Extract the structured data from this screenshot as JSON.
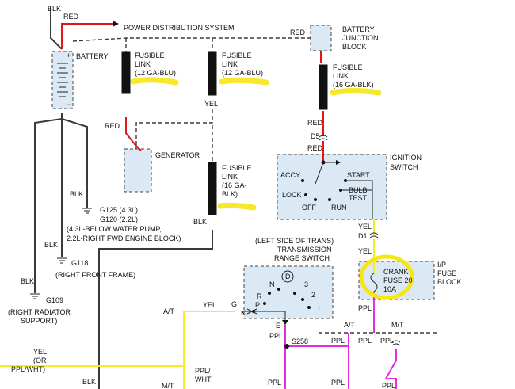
{
  "labels": {
    "blk_top": "BLK",
    "red_top": "RED",
    "power_distribution": "POWER DISTRIBUTION SYSTEM",
    "battery": "BATTERY",
    "red_bjb": "RED",
    "bjb_line1": "BATTERY",
    "bjb_line2": "JUNCTION",
    "bjb_line3": "BLOCK",
    "fl1_line1": "FUSIBLE",
    "fl1_line2": "LINK",
    "fl1_line3": "(12 GA-BLU)",
    "fl2_line1": "FUSIBLE",
    "fl2_line2": "LINK",
    "fl2_line3": "(12 GA-BLU)",
    "fl3_line1": "FUSIBLE",
    "fl3_line2": "LINK",
    "fl3_line3": "(16 GA-BLK)",
    "fl4_line1": "FUSIBLE",
    "fl4_line2": "LINK",
    "fl4_line3": "(16 GA-",
    "fl4_line4": "BLK)",
    "yel_fl2": "YEL",
    "red_gen": "RED",
    "generator": "GENERATOR",
    "red_d5a": "RED",
    "d5": "D5",
    "red_d5b": "RED",
    "ign_line1": "IGNITION",
    "ign_line2": "SWITCH",
    "accy": "ACCY",
    "start": "START",
    "lock": "LOCK",
    "bulb": "BULB",
    "test": "TEST",
    "off": "OFF",
    "run": "RUN",
    "blk_g125": "BLK",
    "g125": "G125 (4.3L)",
    "g120": "G120 (2.2L)",
    "g_note1": "(4.3L-BELOW WATER PUMP,",
    "g_note2": "2.2L-RIGHT FWD ENGINE BLOCK)",
    "blk_fl4": "BLK",
    "blk_g118": "BLK",
    "g118": "G118",
    "g118_note": "(RIGHT FRONT FRAME)",
    "trans_line1": "(LEFT SIDE OF TRANS)",
    "trans_line2": "TRANSMISSION",
    "trans_line3": "RANGE SWITCH",
    "gear_d": "D",
    "gear_n": "N",
    "gear_r": "R",
    "gear_p": "P",
    "gear_3": "3",
    "gear_2": "2",
    "gear_1": "1",
    "pin_g": "G",
    "pin_k": "K",
    "pin_e": "E",
    "yel_d1": "YEL",
    "d1": "D1",
    "yel_fuse": "YEL",
    "ip_line1": "I/P",
    "ip_line2": "FUSE",
    "ip_line3": "BLOCK",
    "crank": "CRANK",
    "fuse20": "FUSE 20",
    "amp10": "10A",
    "blk_g109": "BLK",
    "g109": "G109",
    "g109_note1": "(RIGHT RADIATOR",
    "g109_note2": "SUPPORT)",
    "at_left": "A/T",
    "yel_at": "YEL",
    "ppl_trans": "PPL",
    "s258": "S258",
    "ppl_s258": "PPL",
    "ppl_fuse": "PPL",
    "at_right": "A/T",
    "mt_right": "M/T",
    "ppl_at": "PPL",
    "ppl_mt": "PPL",
    "yel_or_1": "YEL",
    "yel_or_2": "(OR",
    "yel_or_3": "PPL/WHT)",
    "ppl_wht_1": "PPL/",
    "ppl_wht_2": "WHT",
    "mt_left": "M/T",
    "blk_bottom": "BLK",
    "ppl_b1": "PPL",
    "ppl_b2": "PPL",
    "ppl_b3": "PPL",
    "battery_plus": "+",
    "battery_minus": "−"
  },
  "colors": {
    "black_wire": "#3a3a3a",
    "red_wire": "#e01818",
    "yellow_wire": "#f2ee22",
    "purple_wire": "#e22ee0",
    "component_fill": "#dbe9f5",
    "highlight": "#f7e614"
  }
}
